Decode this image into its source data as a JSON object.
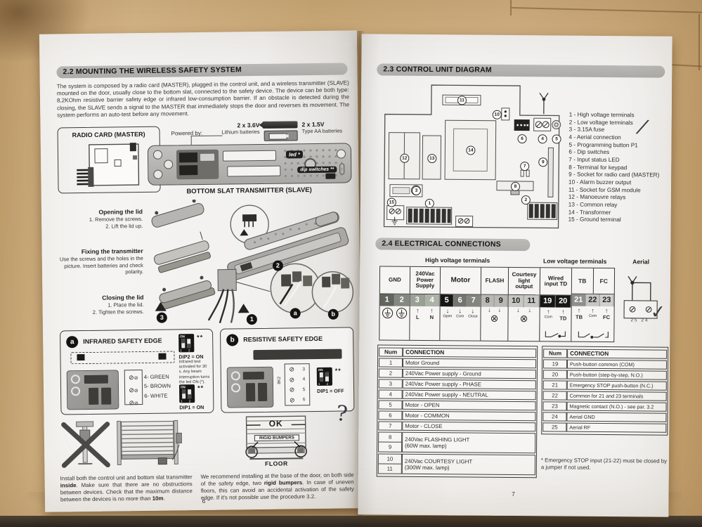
{
  "icons": {
    "arrow_up": "↑",
    "arrow_down": "↓",
    "lamp": "⊗",
    "screw": "⊘",
    "check": "✓",
    "slash": "/",
    "question": "?",
    "asterisks": "**"
  },
  "left_page": {
    "page_number": "6",
    "s22_title": "2.2 MOUNTING THE WIRELESS SAFETY SYSTEM",
    "s22_body": "The system is composed by a radio card (MASTER), plugged in the control unit, and a wireless transmitter (SLAVE) mounted on the door, usually close to the bottom slat, connected to the safety device. The device can be both type: 8,2KOhm resistive barrier safety edge or infrared low-consumption barrier. If an obstacle is detected during the closing, the SLAVE sends a signal to the MASTER that immediately stops the door and reverses its movement. The system performs an auto-test before any movement.",
    "radio_card_title": "RADIO CARD (MASTER)",
    "powered_by": "Powered by:",
    "battery_a_v": "2 x 3.6V",
    "battery_a_t": "Lithium batteries",
    "battery_b_v": "2 x 1.5V",
    "battery_b_t": "Type AA batteries",
    "led_label": "led *",
    "dip_label": "dip switches **",
    "slave_caption": "BOTTOM SLAT TRANSMITTER (SLAVE)",
    "step1_title": "Opening the lid",
    "step1_l1": "1. Remove the screws.",
    "step1_l2": "2. Lift the lid up.",
    "step2_title": "Fixing the transmitter",
    "step2_body": "Use the screws and the holes in the picture. Insert batteries and check polarity.",
    "step3_title": "Closing the lid",
    "step3_l1": "1. Place the lid.",
    "step3_l2": "2. Tighten the screws.",
    "badge_1": "1",
    "badge_2": "2",
    "badge_3": "3",
    "badge_a": "a",
    "badge_b": "b",
    "box_a": {
      "badge": "a",
      "title": "INFRARED SAFETY EDGE",
      "t4": "4- GREEN",
      "t5": "5- BROWN",
      "t6": "6- WHITE",
      "on": "ON",
      "nums": "1 2",
      "dip2": "DIP2 = ON",
      "dip2_note": "Infrared test activated for 30 s. Any beam interruption turns the led ON (*).",
      "dip1": "DIP1 = ON"
    },
    "box_b": {
      "badge": "b",
      "title": "RESISTIVE SAFETY EDGE",
      "r_label": "8K2",
      "n3": "3",
      "n4": "4",
      "n5": "5",
      "n6": "6",
      "on": "ON",
      "nums": "1 2",
      "dip1": "DIP1 = OFF"
    },
    "ok_label": "OK",
    "bumpers_label": "RIGID BUMPERS",
    "floor_label": "FLOOR",
    "note1_a": "Install both the control unit and bottom slat transmitter ",
    "note1_b": "inside",
    "note1_c": ". Make sure that there are no obstructions between devices. Check that the maximum distance between the devices is no more than ",
    "note1_d": "10m",
    "note1_e": ".",
    "note2_a": "We recommend installing at the base of the door, on both side of the safety edge, two ",
    "note2_b": "rigid bumpers",
    "note2_c": ". In case of uneven floors, this can avoid an accidental activation of the safety edge. If it's not possible use the procedure 3.2."
  },
  "right_page": {
    "page_number": "7",
    "s23_title": "2.3 CONTROL UNIT DIAGRAM",
    "legend": [
      "1 - High voltage terminals",
      "2 - Low voltage terminals",
      "3 - 3.15A fuse",
      "4 - Aerial connection",
      "5 - Programming button P1",
      "6 - Dip switches",
      "7 - Input status LED",
      "8 - Terminal for keypad",
      "9 - Socket for radio card (MASTER)",
      "10 - Alarm buzzer output",
      "11 - Socket for GSM module",
      "12 - Manoeuvre relays",
      "13 - Common relay",
      "14 - Transformer",
      "15 - Ground terminal"
    ],
    "db": {
      "b1": "1",
      "b2": "2",
      "b3": "3",
      "b4": "4",
      "b5": "5",
      "b6": "6",
      "b7": "7",
      "b8": "8",
      "b9": "9",
      "b10": "10",
      "b11": "11",
      "b12": "12",
      "b13": "13",
      "b14": "14",
      "b15": "15"
    },
    "s24_title": "2.4 ELECTRICAL CONNECTIONS",
    "hv_title": "High voltage terminals",
    "lv_title": "Low voltage terminals",
    "aerial_title": "Aerial",
    "hv": {
      "g1": "GND",
      "g2": "240Vac Power Supply",
      "g3": "Motor",
      "g4": "FLASH",
      "g5": "Courtesy light output",
      "n": [
        "1",
        "2",
        "3",
        "4",
        "5",
        "6",
        "7",
        "8",
        "9",
        "10",
        "11"
      ],
      "sub_l": "L",
      "sub_n": "N",
      "sub_open": "Open",
      "sub_com": "Com",
      "sub_close": "Close"
    },
    "lv": {
      "g1": "Wired input TD",
      "g2": "TB",
      "g3": "FC",
      "n": [
        "19",
        "20",
        "21",
        "22",
        "23"
      ],
      "s1": "Com",
      "s2": "TD",
      "s3": "TB",
      "s4": "Com",
      "s5": "FC"
    },
    "aerial_nums": "25  24",
    "tbl_head_num": "Num",
    "tbl_head_conn": "CONNECTION",
    "t1_rows": [
      {
        "num": "1",
        "text": "Motor Ground"
      },
      {
        "num": "2",
        "text": "240Vac Power supply - Ground"
      },
      {
        "num": "3",
        "text": "240Vac Power supply - PHASE"
      },
      {
        "num": "4",
        "text": "240Vac Power supply - NEUTRAL"
      },
      {
        "num": "5",
        "text": "Motor - OPEN"
      },
      {
        "num": "6",
        "text": "Motor - COMMON"
      },
      {
        "num": "7",
        "text": "Motor - CLOSE"
      },
      {
        "num": "8",
        "num2": "9",
        "text": "240Vac FLASHING LIGHT",
        "text2": "(60W max. lamp)"
      },
      {
        "num": "10",
        "num2": "11",
        "text": "240Vac COURTESY LIGHT",
        "text2": "(300W max. lamp)"
      }
    ],
    "t2_rows": [
      {
        "num": "19",
        "text": "Push-button common (COM)"
      },
      {
        "num": "20",
        "text": "Push-button (step-by-step, N.O.)"
      },
      {
        "num": "21",
        "text": "Emergency STOP push-button (N.C.)"
      },
      {
        "num": "22",
        "text": "Common for 21 and 23 terminals"
      },
      {
        "num": "23",
        "text": "Magnetic contact (N.O.) - see par. 3.2"
      },
      {
        "num": "24",
        "text": "Aerial GND"
      },
      {
        "num": "25",
        "text": "Aerial RF"
      }
    ],
    "footnote": "* Emergency STOP input (21-22) must be closed by a jumper if not used."
  }
}
